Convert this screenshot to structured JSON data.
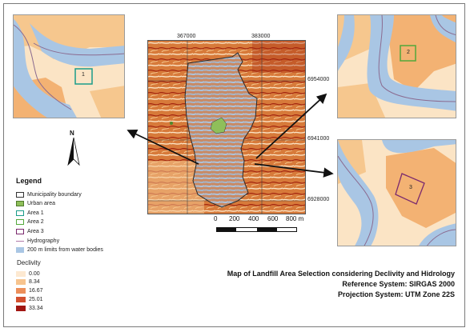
{
  "main_map": {
    "x_ticks": [
      "367000",
      "383000"
    ],
    "y_ticks": [
      "6954000",
      "6941000",
      "6928000"
    ]
  },
  "scale_bar": {
    "labels": [
      "0",
      "200",
      "400",
      "600",
      "800 m"
    ]
  },
  "north_arrow": {
    "label": "N"
  },
  "insets": [
    {
      "id": "inset-area-1",
      "label": "1",
      "color": "#1b9c8a"
    },
    {
      "id": "inset-area-2",
      "label": "2",
      "color": "#53a83b"
    },
    {
      "id": "inset-area-3",
      "label": "3",
      "color": "#7b2a6e"
    }
  ],
  "legend": {
    "title": "Legend",
    "items": [
      {
        "label": "Municipality boundary",
        "symbol": "outline",
        "color": "#333333"
      },
      {
        "label": "Urban area",
        "symbol": "fill",
        "color": "#8fbf5a"
      },
      {
        "label": "Area 1",
        "symbol": "outline",
        "color": "#1b9c8a"
      },
      {
        "label": "Area 2",
        "symbol": "outline",
        "color": "#53a83b"
      },
      {
        "label": "Area 3",
        "symbol": "outline",
        "color": "#7b2a6e"
      },
      {
        "label": "Hydrography",
        "symbol": "line",
        "color": "#b07aa8"
      },
      {
        "label": "200 m limits from water bodies",
        "symbol": "fill",
        "color": "#a9c6e4"
      }
    ],
    "declivity_title": "Declivity",
    "declivity_classes": [
      {
        "label": "0.00",
        "color": "#fde9d1"
      },
      {
        "label": "8.34",
        "color": "#f7c48e"
      },
      {
        "label": "16.67",
        "color": "#ec8f5a"
      },
      {
        "label": "25.01",
        "color": "#d3502f"
      },
      {
        "label": "33.34",
        "color": "#a11612"
      }
    ]
  },
  "map_titles": {
    "title": "Map of Landfill Area Selection considering Declivity and Hidrology",
    "reference_system": "Reference System: SIRGAS 2000",
    "projection_system": "Projection System: UTM Zone 22S"
  }
}
